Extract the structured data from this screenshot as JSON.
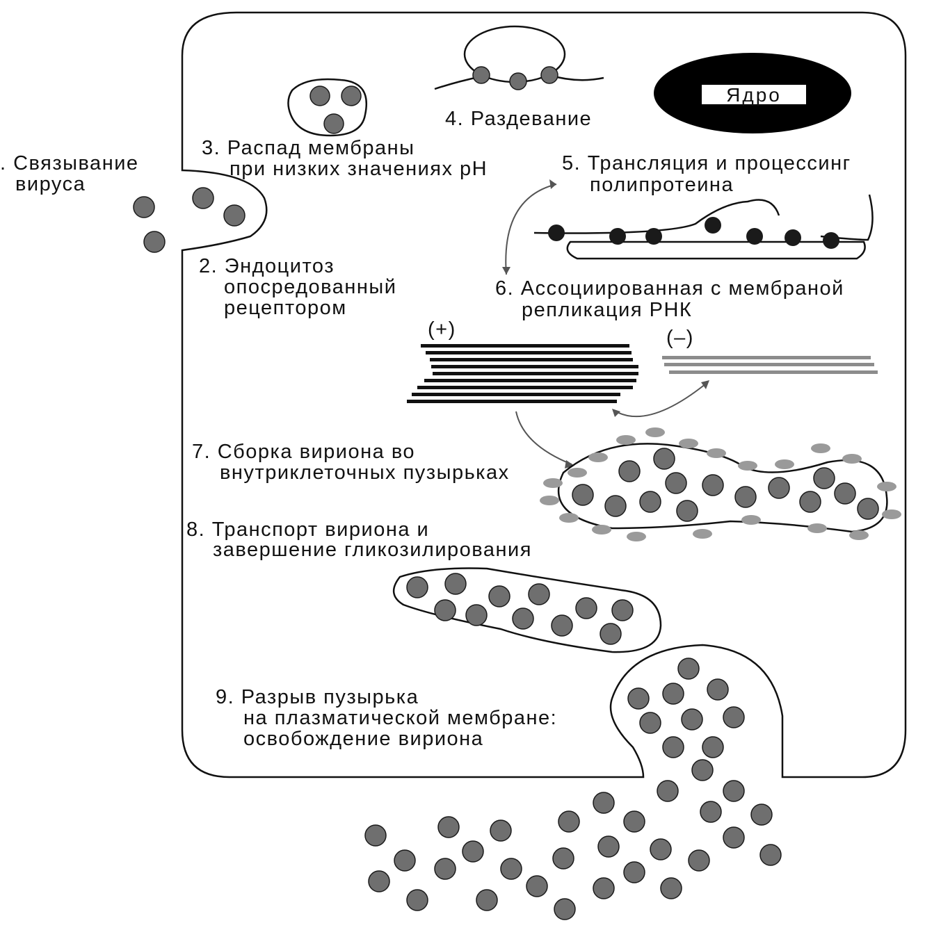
{
  "nucleus_label": "Ядро",
  "steps": [
    {
      "id": "step1",
      "lines": [
        ". Связывание",
        "вируса"
      ]
    },
    {
      "id": "step2",
      "lines": [
        "2. Эндоцитоз",
        "опосредованный",
        "рецептором"
      ]
    },
    {
      "id": "step3",
      "lines": [
        "3. Распад мембраны",
        "при низких значениях рН"
      ]
    },
    {
      "id": "step4",
      "lines": [
        "4. Раздевание"
      ]
    },
    {
      "id": "step5",
      "lines": [
        "5. Трансляция и процессинг",
        "полипротеина"
      ]
    },
    {
      "id": "step6",
      "lines": [
        "6. Ассоциированная с мембраной",
        "репликация РНК"
      ]
    },
    {
      "id": "step7",
      "lines": [
        "7. Сборка вириона во",
        "внутриклеточных пузырьках"
      ]
    },
    {
      "id": "step8",
      "lines": [
        "8. Транспорт вириона и",
        "завершение гликозилирования"
      ]
    },
    {
      "id": "step9",
      "lines": [
        "9. Разрыв пузырька",
        "на плазматической мембране:",
        "освобождение вириона"
      ]
    }
  ],
  "strand_labels": {
    "plus": "(+)",
    "minus": "(–)"
  },
  "colors": {
    "virion": "#6f6f6f",
    "outline": "#111111",
    "nucleus": "#000000",
    "minus_strand": "#8c8c8c",
    "polysome": "#1a1a1a"
  }
}
